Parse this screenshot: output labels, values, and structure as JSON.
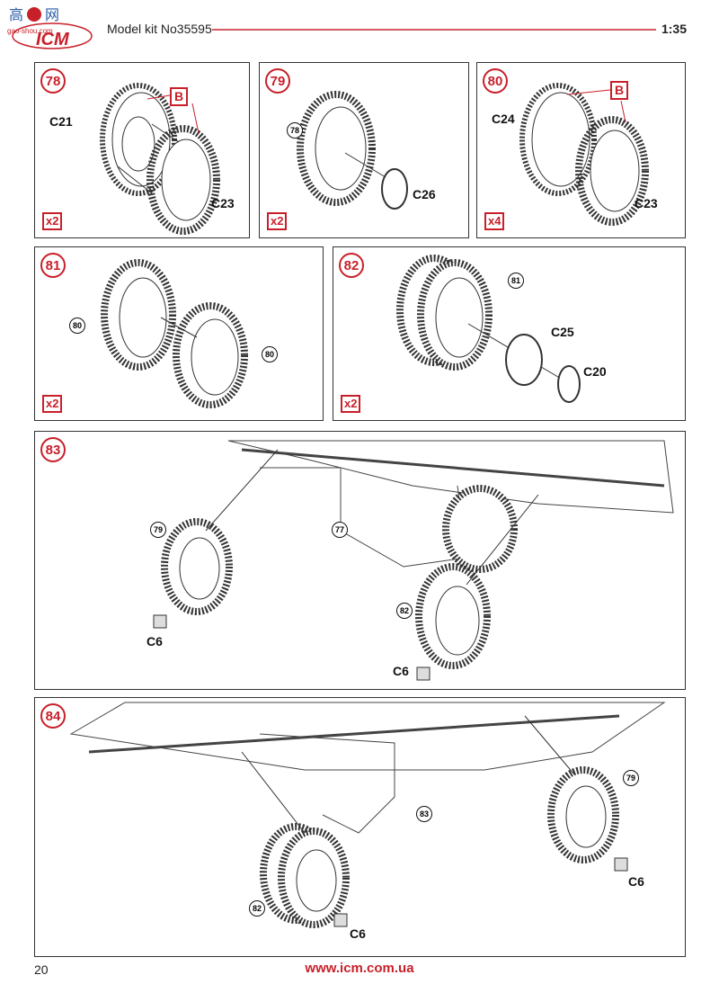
{
  "header": {
    "logo_text": "ICM",
    "watermark": "gao-shou.com",
    "kit": "Model kit No35595",
    "scale": "1:35"
  },
  "colors": {
    "accent": "#c8202a",
    "rule": "#d45b63"
  },
  "steps": [
    {
      "num": "78",
      "qty": "x2",
      "parts": [
        "C21",
        "C23"
      ],
      "glue_marker": "B"
    },
    {
      "num": "79",
      "qty": "x2",
      "parts": [
        "C26"
      ],
      "refs": [
        "78"
      ]
    },
    {
      "num": "80",
      "qty": "x4",
      "parts": [
        "C24",
        "C23"
      ],
      "glue_marker": "B"
    },
    {
      "num": "81",
      "qty": "x2",
      "refs": [
        "80",
        "80"
      ]
    },
    {
      "num": "82",
      "qty": "x2",
      "parts": [
        "C25",
        "C20"
      ],
      "refs": [
        "81"
      ]
    },
    {
      "num": "83",
      "parts": [
        "C6",
        "C6"
      ],
      "refs": [
        "79",
        "77",
        "82"
      ]
    },
    {
      "num": "84",
      "parts": [
        "C6",
        "C6"
      ],
      "refs": [
        "79",
        "83",
        "82"
      ]
    }
  ],
  "footer": {
    "page": "20",
    "url": "www.icm.com.ua"
  }
}
